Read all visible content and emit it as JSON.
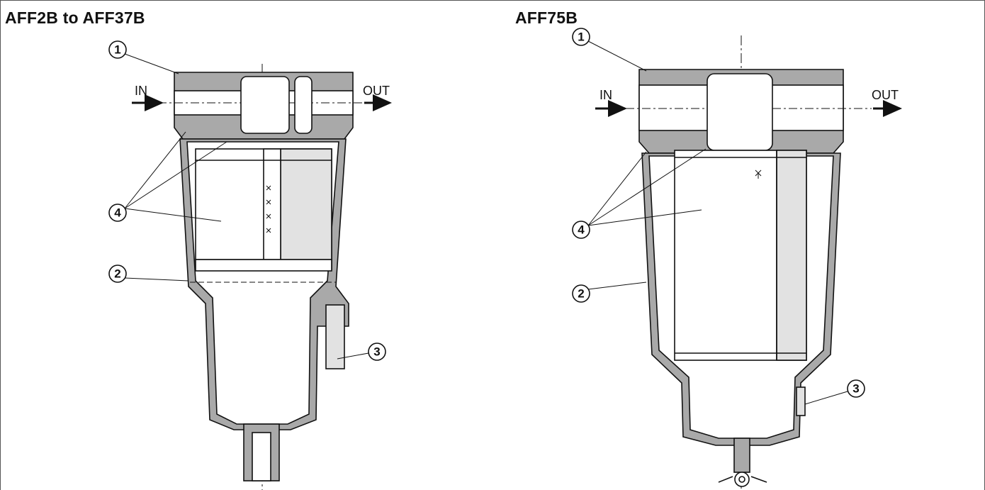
{
  "figures": [
    {
      "title": "AFF2B to AFF37B",
      "in_label": "IN",
      "out_label": "OUT",
      "callouts": [
        "1",
        "4",
        "2",
        "3"
      ]
    },
    {
      "title": "AFF75B",
      "in_label": "IN",
      "out_label": "OUT",
      "callouts": [
        "1",
        "4",
        "2",
        "3"
      ]
    }
  ],
  "colors": {
    "housing_fill": "#a9a9a9",
    "element_fill": "#e2e2e2",
    "line": "#111111"
  }
}
